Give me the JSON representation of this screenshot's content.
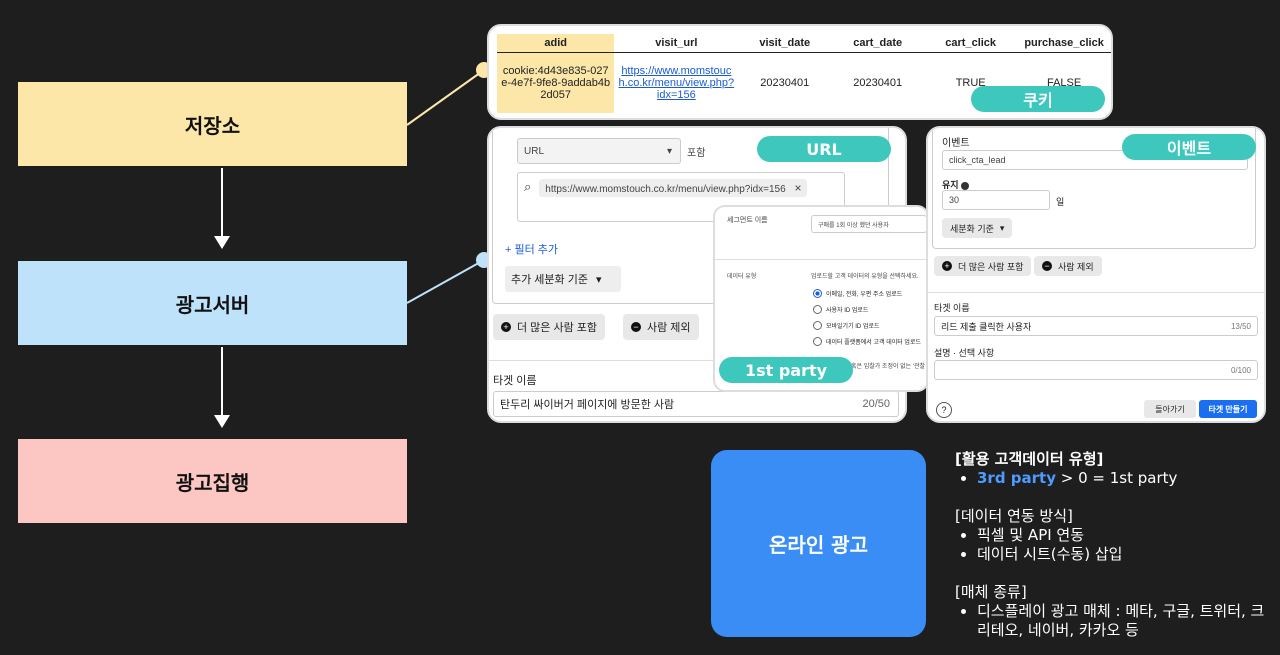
{
  "flow": {
    "storage": "저장소",
    "ad_server": "광고서버",
    "ad_execution": "광고집행"
  },
  "cookie_table": {
    "headers": [
      "adid",
      "visit_url",
      "visit_date",
      "cart_date",
      "cart_click",
      "purchase_click"
    ],
    "row": {
      "adid": "cookie:4d43e835-027e-4e7f-9fe8-9addab4b2d057",
      "visit_url": "https://www.momstouch.co.kr/menu/view.php?idx=156",
      "visit_date": "20230401",
      "cart_date": "20230401",
      "cart_click": "TRUE",
      "purchase_click": "FALSE"
    },
    "pill": "쿠키"
  },
  "url_panel": {
    "pill": "URL",
    "select": "URL",
    "operator": "포함",
    "chip": "https://www.momstouch.co.kr/menu/view.php?idx=156",
    "chip_close": "×",
    "add_filter": "+ 필터 추가",
    "add_breakdown": "추가 세분화 기준",
    "include_more": "더 많은 사람 포함",
    "exclude": "사람 제외",
    "target_name_label": "타겟 이름",
    "target_name_value": "탄두리 싸이버거 페이지에 방문한 사람",
    "counter": "20/50"
  },
  "first_party_panel": {
    "pill": "1st party",
    "segment_label": "세그먼트 이름",
    "segment_value": "구매를 1회 이상 했던 사용자",
    "data_type_label": "데이터 유형",
    "data_type_desc": "업로드할 고객 데이터의 유형을 선택하세요.",
    "options": [
      "이메일, 전화, 우편 주소 업로드",
      "사용자 ID 업로드",
      "모바일기기 ID 업로드",
      "데이터 플랫폼에서 고객 데이터 업로드"
    ],
    "footer_note": "혹은 입찰가 조정이 없는 '관찰"
  },
  "event_panel": {
    "pill": "이벤트",
    "event_label": "이벤트",
    "event_value": "click_cta_lead",
    "retention_label": "유지",
    "retention_value": "30",
    "retention_unit": "일",
    "breakdown": "세분화 기준",
    "include_more": "더 많은 사람 포함",
    "exclude": "사람 제외",
    "target_name_label": "타겟 이름",
    "target_name_value": "리드 제출 클릭한 사용자",
    "target_counter": "13/50",
    "desc_label": "설명 · 선택 사항",
    "desc_counter": "0/100",
    "help": "?",
    "back": "돌아가기",
    "create": "타겟 만들기"
  },
  "online_ad": "온라인 광고",
  "notes": {
    "section1_title": "[활용 고객데이터 유형]",
    "section1_item_highlight": "3rd party",
    "section1_item_rest": " > 0 = 1st party",
    "section2_title": "[데이터 연동 방식]",
    "section2_items": [
      "픽셀 및 API 연동",
      "데이터 시트(수동) 삽입"
    ],
    "section3_title": "[매체 종류]",
    "section3_items": [
      "디스플레이 광고 매체 : 메타, 구글, 트위터, 크리테오, 네이버, 카카오 등"
    ]
  },
  "colors": {
    "storage": "#fde7a8",
    "ad_server": "#bfe2fb",
    "ad_execution": "#fcc7c3",
    "pill": "#3ec8bd",
    "online_ad": "#3a8df5",
    "highlight_text": "#4d9bff"
  }
}
